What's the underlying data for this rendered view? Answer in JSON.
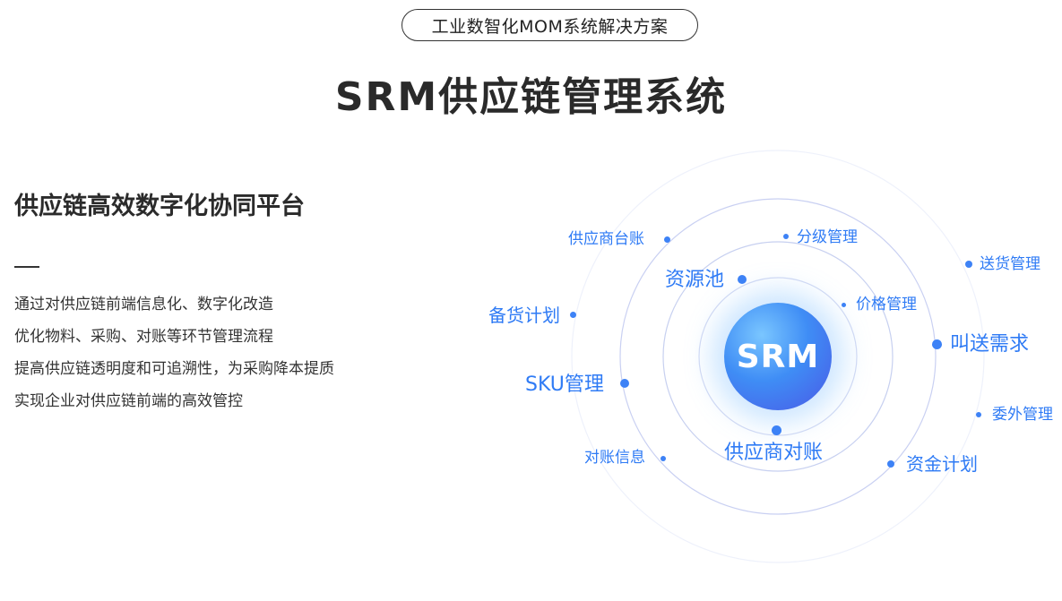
{
  "header": {
    "pill_text": "工业数智化MOM系统解决方案",
    "title": "SRM供应链管理系统"
  },
  "left": {
    "subtitle": "供应链高效数字化协同平台",
    "bullets": [
      "通过对供应链前端信息化、数字化改造",
      "优化物料、采购、对账等环节管理流程",
      "提高供应链透明度和可追溯性，为采购降本提质",
      "实现企业对供应链前端的高效管控"
    ]
  },
  "diagram": {
    "center_label": "SRM",
    "colors": {
      "accent": "#2f7bf5",
      "dot": "#3d82f6",
      "ring": "#c7d3f5"
    },
    "nodes": {
      "supplier_ledger": "供应商台账",
      "grading": "分级管理",
      "delivery_mgmt": "送货管理",
      "resource_pool": "资源池",
      "price_mgmt": "价格管理",
      "stock_plan": "备货计划",
      "call_delivery": "叫送需求",
      "sku_mgmt": "SKU管理",
      "outsource_mgmt": "委外管理",
      "supplier_reconcile": "供应商对账",
      "reconcile_info": "对账信息",
      "fund_plan": "资金计划"
    }
  }
}
